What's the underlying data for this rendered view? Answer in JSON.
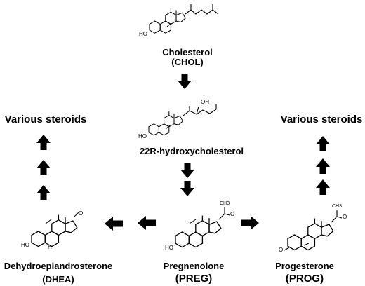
{
  "nodes": {
    "cholesterol": {
      "name": "Cholesterol",
      "abbr": "(CHOL)"
    },
    "hydroxy": {
      "name": "22R-hydroxycholesterol"
    },
    "preg": {
      "name": "Pregnenolone",
      "abbr": "(PREG)"
    },
    "dhea": {
      "name": "Dehydroepiandrosterone",
      "abbr": "(DHEA)"
    },
    "prog": {
      "name": "Progesterone",
      "abbr": "(PROG)"
    }
  },
  "outputs": {
    "left": "Various steroids",
    "right": "Various steroids"
  },
  "atom_labels": {
    "ho": "HO",
    "o": "O",
    "oh": "OH",
    "h": "H",
    "ch3": "CH3"
  },
  "arrows": [
    {
      "from": "cholesterol",
      "to": "hydroxy"
    },
    {
      "from": "hydroxy",
      "to": "preg",
      "count": 2
    },
    {
      "from": "preg",
      "to": "dhea",
      "count": 2
    },
    {
      "from": "preg",
      "to": "prog"
    },
    {
      "from": "dhea",
      "to": "left_output",
      "count": 3
    },
    {
      "from": "prog",
      "to": "right_output",
      "count": 3
    }
  ]
}
